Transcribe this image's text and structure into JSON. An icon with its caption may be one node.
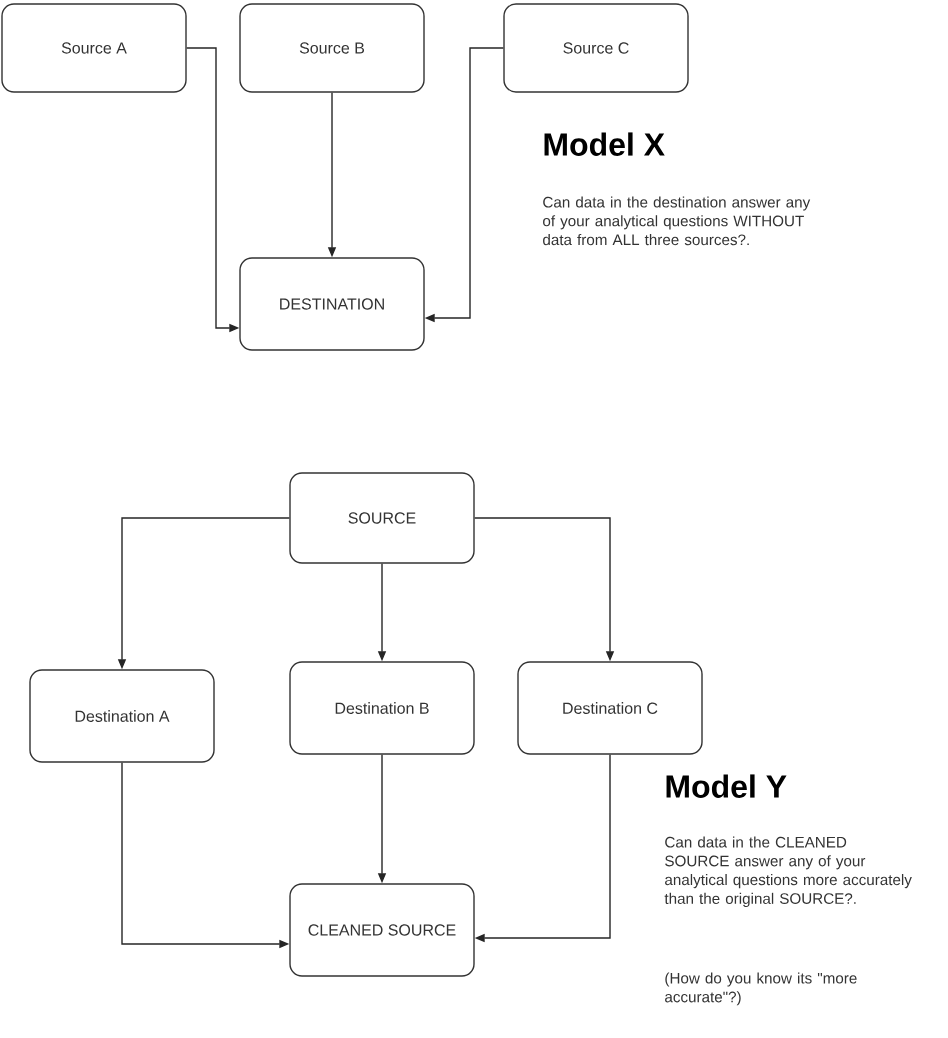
{
  "diagram": {
    "nodes": [
      {
        "text": [
          "Source A"
        ]
      },
      {
        "text": [
          "Source B"
        ]
      },
      {
        "text": [
          "Source C"
        ]
      },
      {
        "text": [
          "DESTINATION"
        ]
      },
      {
        "text": [
          "SOURCE"
        ]
      },
      {
        "text": [
          "Destination A"
        ]
      },
      {
        "text": [
          "Destination B"
        ]
      },
      {
        "text": [
          "Destination C"
        ]
      },
      {
        "text": [
          "CLEANED SOURCE"
        ]
      }
    ],
    "edges": [
      {
        "from": 0,
        "to": 3,
        "arrow": "to"
      },
      {
        "from": 1,
        "to": 3,
        "arrow": "to"
      },
      {
        "from": 2,
        "to": 3,
        "arrow": "to"
      },
      {
        "from": 4,
        "to": 5,
        "arrow": "to"
      },
      {
        "from": 4,
        "to": 6,
        "arrow": "to"
      },
      {
        "from": 4,
        "to": 7,
        "arrow": "to"
      },
      {
        "from": 5,
        "to": 8,
        "arrow": "to"
      },
      {
        "from": 6,
        "to": 8,
        "arrow": "to"
      },
      {
        "from": 7,
        "to": 8,
        "arrow": "to"
      }
    ],
    "labels": [
      "Model X",
      "Can data in the destination answer any of your analytical questions WITHOUT data from ALL three sources?.",
      "Model Y",
      "Can data in the CLEANED SOURCE answer any of your analytical questions more accurately than the original SOURCE?.",
      "(How do you know its \"more accurate\"?)"
    ]
  }
}
